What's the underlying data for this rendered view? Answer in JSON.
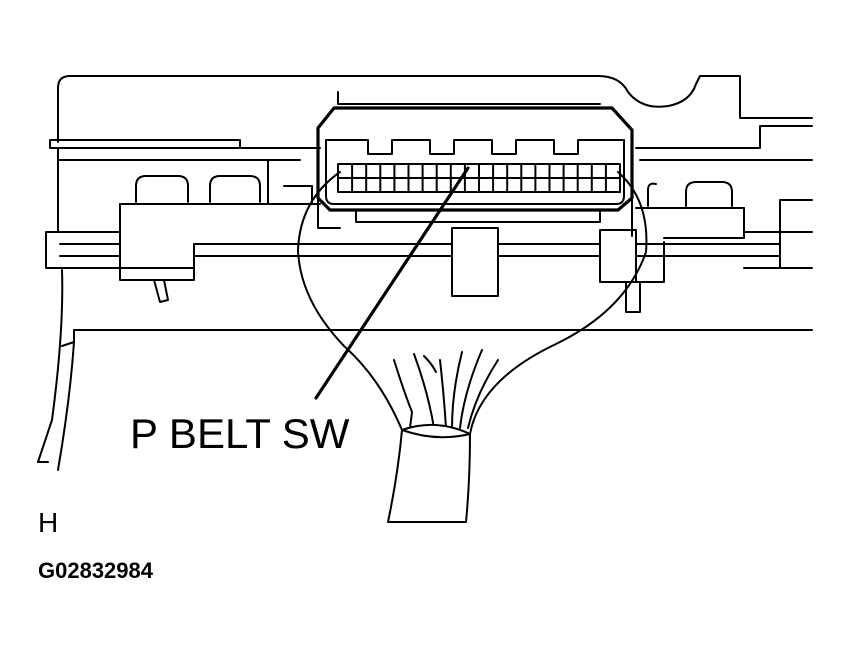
{
  "diagram": {
    "callout_label": "P BELT SW",
    "view_letter": "H",
    "figure_code": "G02832984",
    "colors": {
      "line": "#000000",
      "background": "#ffffff"
    }
  }
}
